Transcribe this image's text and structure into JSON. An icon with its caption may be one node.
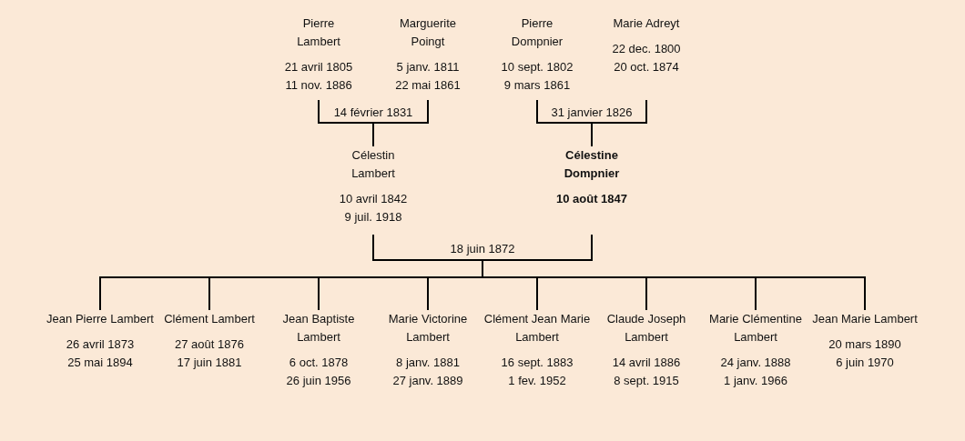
{
  "diagram": {
    "nodes": [
      {
        "text": [
          "Pierre Lambert",
          "21 avril 1805",
          "11 nov. 1886"
        ]
      },
      {
        "text": [
          "Marguerite Poingt",
          "5 janv. 1811",
          "22 mai 1861"
        ]
      },
      {
        "text": [
          "Pierre Dompnier",
          "10 sept. 1802",
          "9 mars 1861"
        ]
      },
      {
        "text": [
          "Marie Adreyt",
          "22 dec. 1800",
          "20 oct. 1874"
        ]
      },
      {
        "text": [
          "Célestin Lambert",
          "10 avril 1842",
          "9 juil. 1918"
        ]
      },
      {
        "text": [
          "Célestine Dompnier",
          "10 août 1847"
        ]
      },
      {
        "text": [
          "Jean Pierre Lambert",
          "26 avril 1873",
          "25 mai 1894"
        ]
      },
      {
        "text": [
          "Clément Lambert",
          "27 août 1876",
          "17 juin 1881"
        ]
      },
      {
        "text": [
          "Jean Baptiste Lambert",
          "6 oct. 1878",
          "26 juin 1956"
        ]
      },
      {
        "text": [
          "Marie Victorine Lambert",
          "8 janv. 1881",
          "27 janv. 1889"
        ]
      },
      {
        "text": [
          "Clément Jean Marie Lambert",
          "16 sept. 1883",
          "1 fev. 1952"
        ]
      },
      {
        "text": [
          "Claude Joseph Lambert",
          "14 avril 1886",
          "8 sept. 1915"
        ]
      },
      {
        "text": [
          "Marie Clémentine Lambert",
          "24 janv. 1888",
          "1 janv. 1966"
        ]
      },
      {
        "text": [
          "Jean Marie Lambert",
          "20 mars 1890",
          "6 juin 1970"
        ]
      }
    ],
    "edges": [
      {
        "from": 0,
        "to": 4,
        "arrow": "none",
        "label": "14 février 1831"
      },
      {
        "from": 1,
        "to": 4,
        "arrow": "none"
      },
      {
        "from": 2,
        "to": 5,
        "arrow": "none",
        "label": "31 janvier 1826"
      },
      {
        "from": 3,
        "to": 5,
        "arrow": "none"
      },
      {
        "from": 4,
        "to": 6,
        "arrow": "none",
        "label": "18 juin 1872"
      },
      {
        "from": 4,
        "to": 7,
        "arrow": "none"
      },
      {
        "from": 4,
        "to": 8,
        "arrow": "none"
      },
      {
        "from": 4,
        "to": 9,
        "arrow": "none"
      },
      {
        "from": 4,
        "to": 10,
        "arrow": "none"
      },
      {
        "from": 4,
        "to": 11,
        "arrow": "none"
      },
      {
        "from": 4,
        "to": 12,
        "arrow": "none"
      },
      {
        "from": 4,
        "to": 13,
        "arrow": "none"
      },
      {
        "from": 5,
        "to": 6,
        "arrow": "none"
      },
      {
        "from": 5,
        "to": 7,
        "arrow": "none"
      },
      {
        "from": 5,
        "to": 8,
        "arrow": "none"
      },
      {
        "from": 5,
        "to": 9,
        "arrow": "none"
      },
      {
        "from": 5,
        "to": 10,
        "arrow": "none"
      },
      {
        "from": 5,
        "to": 11,
        "arrow": "none"
      },
      {
        "from": 5,
        "to": 12,
        "arrow": "none"
      },
      {
        "from": 5,
        "to": 13,
        "arrow": "none"
      }
    ]
  }
}
